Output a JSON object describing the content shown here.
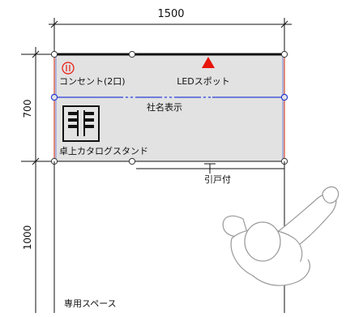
{
  "dimensions": {
    "width_label": "1500",
    "depth_top_label": "700",
    "depth_bottom_label": "1000"
  },
  "booth": {
    "outlet_symbol": "⑪",
    "outlet_label": "コンセント(2口)",
    "spotlight_label": "LEDスポット",
    "company_sign_label": "社名表示",
    "catalog_stand_label": "卓上カタログスタンド",
    "sliding_door_label": "引戸付",
    "dedicated_space_label": "専用スペース"
  },
  "colors": {
    "booth_fill": "#e2e2e2",
    "booth_outline_left": "#d24a2a",
    "sign_line": "#2a3fd6",
    "spotlight": "#e8140c",
    "outlet_circle": "#e8140c",
    "lines": "#111111",
    "person_stroke": "#999999"
  },
  "icons": {
    "outlet": "outlet-icon",
    "spotlight": "spotlight-triangle-icon",
    "catalog_stand": "catalog-stand-icon",
    "person": "person-topview-icon"
  }
}
